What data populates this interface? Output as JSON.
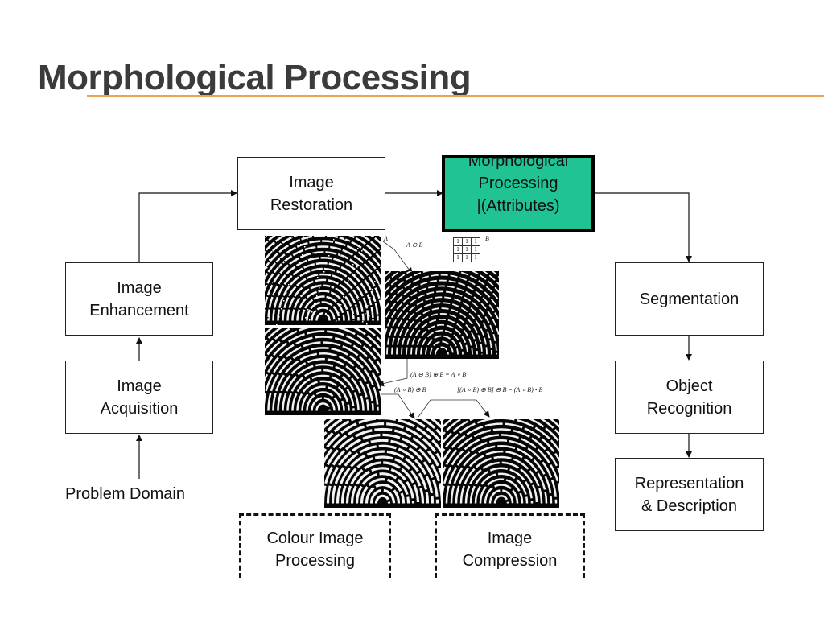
{
  "slide": {
    "title": "Morphological Processing"
  },
  "boxes": {
    "image_restoration": "Image\nRestoration",
    "morphological_processing": "Morphological\nProcessing\n|(Attributes)",
    "image_enhancement": "Image\nEnhancement",
    "image_acquisition": "Image\nAcquisition",
    "segmentation": "Segmentation",
    "object_recognition": "Object\nRecognition",
    "representation_description": "Representation\n& Description",
    "colour_image_processing": "Colour Image\nProcessing",
    "image_compression": "Image\nCompression"
  },
  "labels": {
    "problem_domain": "Problem Domain"
  },
  "figure": {
    "label_a": "A",
    "label_b": "B",
    "erosion": "A ⊖ B",
    "opening": "(A ⊖ B) ⊕ B = A ∘ B",
    "dilation_of_opening": "(A ∘ B) ⊕ B",
    "closing_of_opening": "[(A ∘ B) ⊕ B] ⊖ B = (A ∘ B) • B",
    "structuring_element": [
      [
        "1",
        "1",
        "1"
      ],
      [
        "1",
        "1",
        "1"
      ],
      [
        "1",
        "1",
        "1"
      ]
    ]
  },
  "colors": {
    "highlight": "#1fc394",
    "title_rule": "#e8a54f"
  }
}
